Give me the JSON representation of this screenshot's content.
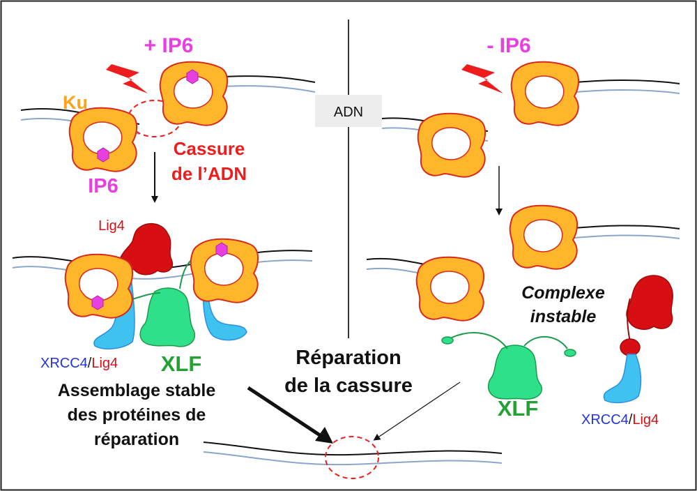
{
  "labels": {
    "plus_ip6": "+ IP6",
    "minus_ip6": "- IP6",
    "ku": "Ku",
    "ip6": "IP6",
    "cassure_line1": "Cassure",
    "cassure_line2": "de l’ADN",
    "adn": "ADN",
    "lig4": "Lig4",
    "xrcc4": "XRCC4",
    "slash": "/",
    "lig4_short": "Lig4",
    "xlf_left": "XLF",
    "xlf_right": "XLF",
    "assemblage_line1": "Assemblage stable",
    "assemblage_line2": "des protéines de",
    "assemblage_line3": "réparation",
    "reparation_line1": "Réparation",
    "reparation_line2": "de la cassure",
    "complexe_line1": "Complexe",
    "complexe_line2": "instable",
    "xrcc4_right": "XRCC4",
    "slash_right": "/",
    "lig4_right": "Lig4"
  },
  "colors": {
    "ku_fill": "#FFB62A",
    "ku_outline": "#D9291C",
    "ip6_magenta": "#E83FE0",
    "break_red": "#EE1C1C",
    "lig4_red": "#D70F12",
    "xrcc4_blue": "#2C8FE0",
    "xrcc4_light": "#3FC2F0",
    "xlf_green": "#2FE08A",
    "xlf_dark": "#1A9A4A",
    "label_blue": "#2233DD",
    "label_green": "#23A234",
    "dna_black": "#111111",
    "dna_blue": "#8AA6C8"
  }
}
